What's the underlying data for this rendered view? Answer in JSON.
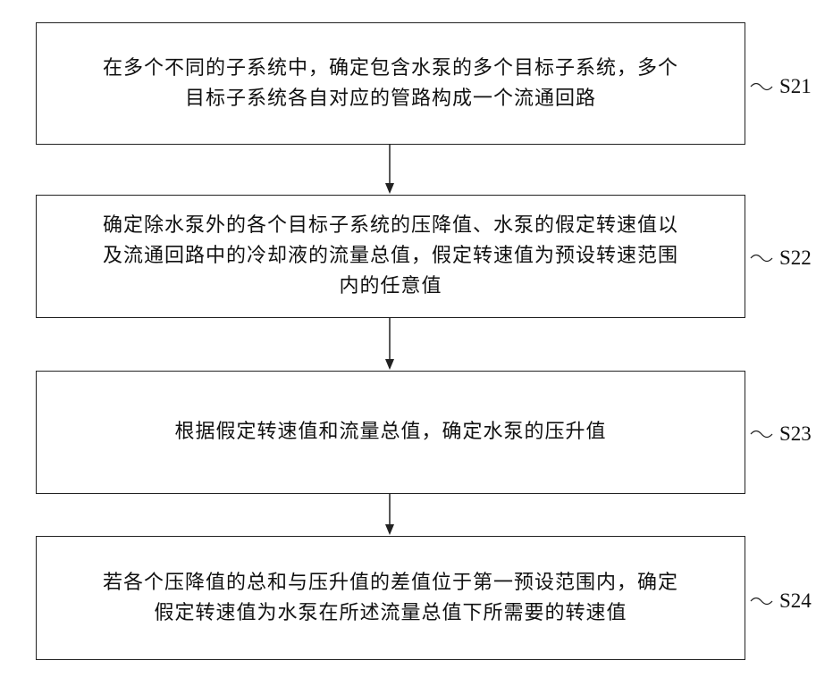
{
  "steps": [
    {
      "id": "S21",
      "lines": [
        "在多个不同的子系统中，确定包含水泵的多个目标子系统，多个",
        "目标子系统各自对应的管路构成一个流通回路"
      ]
    },
    {
      "id": "S22",
      "lines": [
        "确定除水泵外的各个目标子系统的压降值、水泵的假定转速值以",
        "及流通回路中的冷却液的流量总值，假定转速值为预设转速范围",
        "内的任意值"
      ]
    },
    {
      "id": "S23",
      "lines": [
        "根据假定转速值和流量总值，确定水泵的压升值"
      ]
    },
    {
      "id": "S24",
      "lines": [
        "若各个压降值的总和与压升值的差值位于第一预设范围内，确定",
        "假定转速值为水泵在所述流量总值下所需要的转速值"
      ]
    }
  ]
}
